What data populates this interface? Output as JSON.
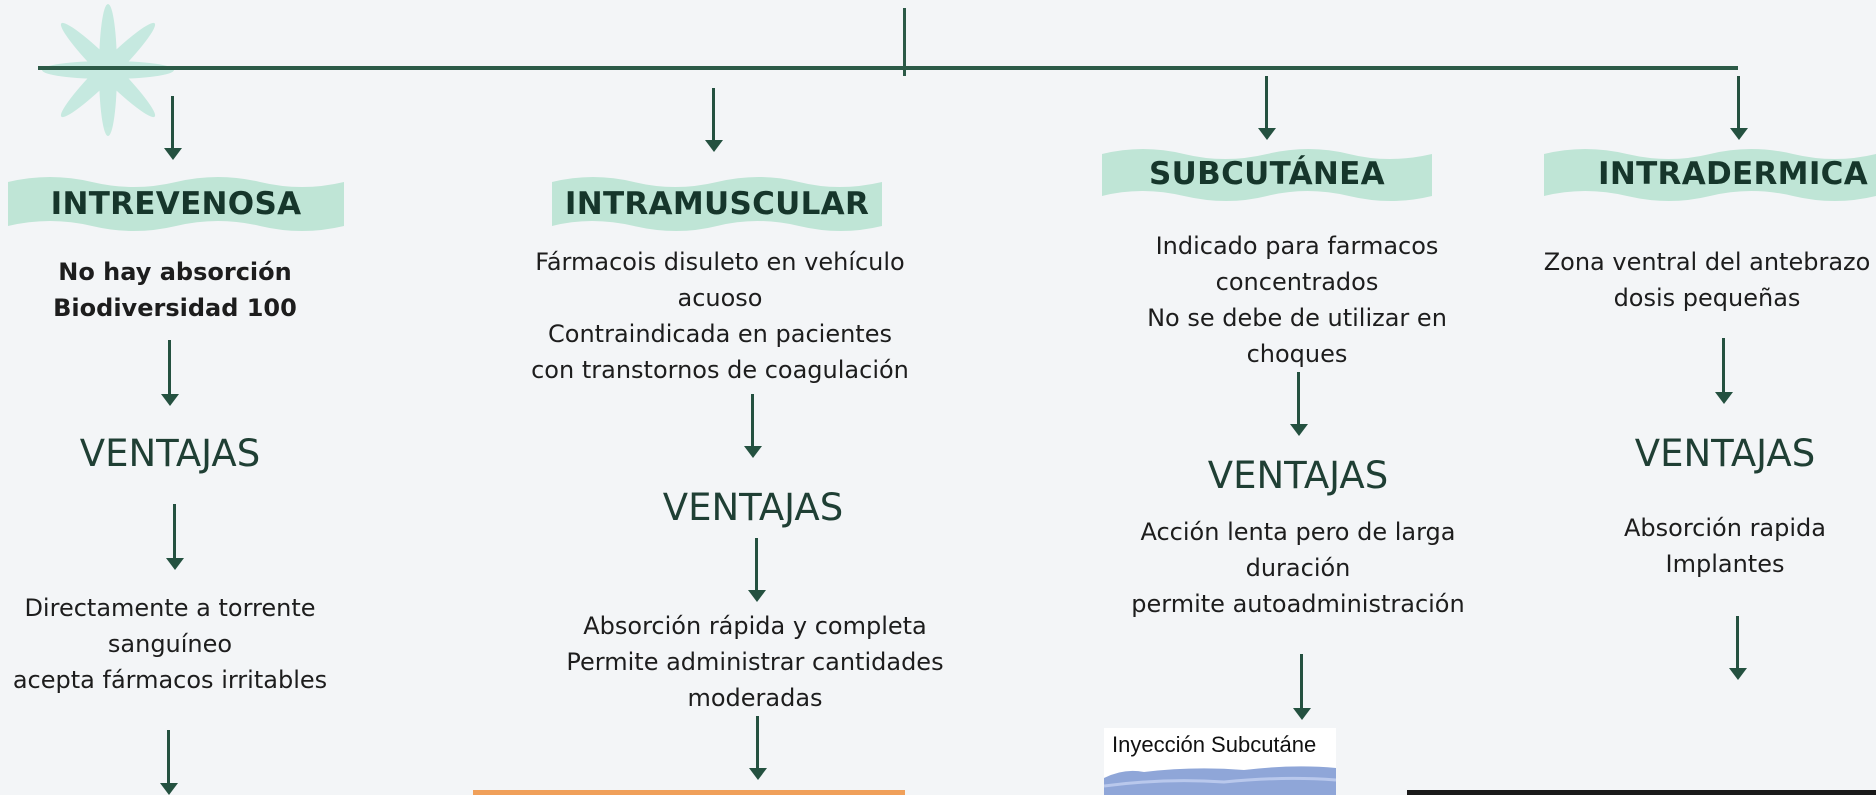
{
  "colors": {
    "background": "#f3f5f7",
    "line": "#2c5a47",
    "arrow": "#245140",
    "wave": "#bfe5d6",
    "title": "#16362b",
    "orange_bar": "#f0a05a",
    "dark_bar": "#1a1a1a"
  },
  "decoration": {
    "icon": "snowflake-star-icon"
  },
  "columns": [
    {
      "title": "INTREVENOSA",
      "description": [
        "No hay absorción",
        "Biodiversidad 100"
      ],
      "ventajas_label": "VENTAJAS",
      "ventajas": [
        "Directamente a torrente",
        "sanguíneo",
        "acepta fármacos irritables"
      ]
    },
    {
      "title": "INTRAMUSCULAR",
      "description": [
        "Fármacois disuleto en vehículo",
        "acuoso",
        "Contraindicada en pacientes",
        "con transtornos de coagulación"
      ],
      "ventajas_label": "VENTAJAS",
      "ventajas": [
        "Absorción rápida y completa",
        "Permite administrar cantidades",
        "moderadas"
      ]
    },
    {
      "title": "SUBCUTÁNEA",
      "description": [
        "Indicado para farmacos",
        "concentrados",
        "No se debe de utilizar en",
        "choques"
      ],
      "ventajas_label": "VENTAJAS",
      "ventajas": [
        "Acción lenta pero de larga",
        "duración",
        "permite autoadministración"
      ],
      "image_label": "Inyección Subcutáne"
    },
    {
      "title": "INTRADERMICA",
      "description": [
        "Zona ventral del antebrazo",
        "dosis pequeñas"
      ],
      "ventajas_label": "VENTAJAS",
      "ventajas": [
        "Absorción rapida",
        "Implantes"
      ]
    }
  ]
}
